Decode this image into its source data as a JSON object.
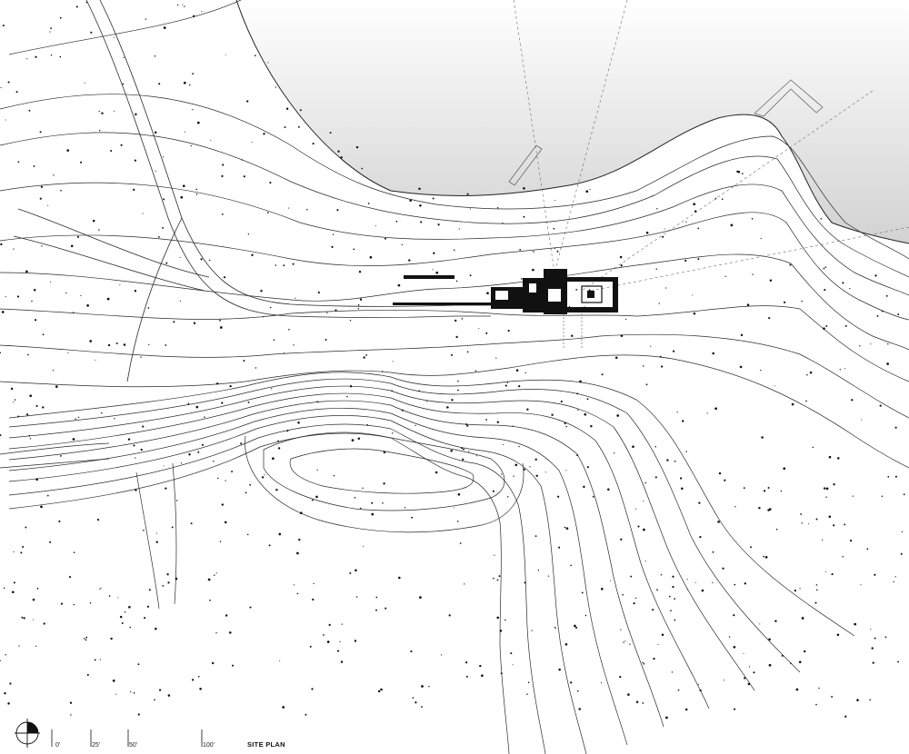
{
  "drawing": {
    "title": "SITE PLAN"
  },
  "scale_bar": {
    "labels": [
      "0'",
      "25'",
      "50'",
      "100'"
    ]
  },
  "icons": {
    "north_arrow": "north-arrow-icon"
  },
  "colors": {
    "linework": "#2a2a2a",
    "water_light": "#ffffff",
    "water_dark": "#d2d2d2",
    "building": "#111111"
  }
}
